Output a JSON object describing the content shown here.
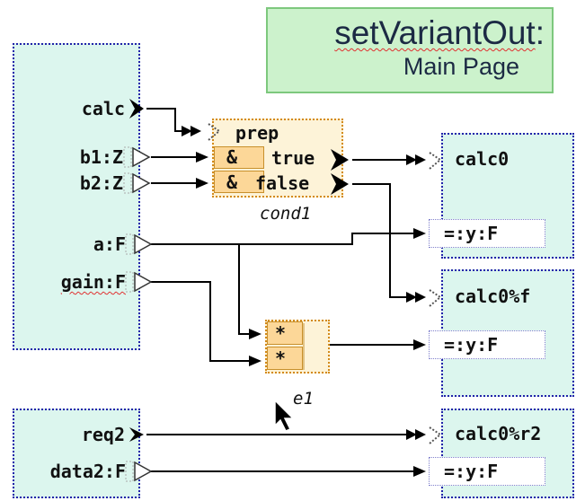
{
  "title": {
    "line1": "setVariantOut",
    "colon": ":",
    "line2": "Main Page"
  },
  "inputs": {
    "calc": "calc",
    "b1": "b1:Z",
    "b2": "b2:Z",
    "a": "a:F",
    "gain": "gain:F",
    "req2": "req2",
    "data2": "data2:F"
  },
  "cond_block": {
    "name": "cond1",
    "prep": "prep",
    "amp1": "&",
    "amp2": "&",
    "true_label": "true",
    "false_label": "false"
  },
  "mult_block": {
    "name": "e1",
    "op1": "*",
    "op2": "*"
  },
  "outputs": {
    "calc0": "calc0",
    "calc0_y": "=:y:F",
    "calc0f": "calc0%f",
    "calc0f_y": "=:y:F",
    "calc0r2": "calc0%r2",
    "calc0r2_y": "=:y:F"
  },
  "colors": {
    "panel_fill": "#dcf6ee",
    "panel_border": "#2222aa",
    "title_fill": "#ccf2cc",
    "block_fill": "#fcd798",
    "block_border": "#d38a1a",
    "wire": "#000000"
  }
}
